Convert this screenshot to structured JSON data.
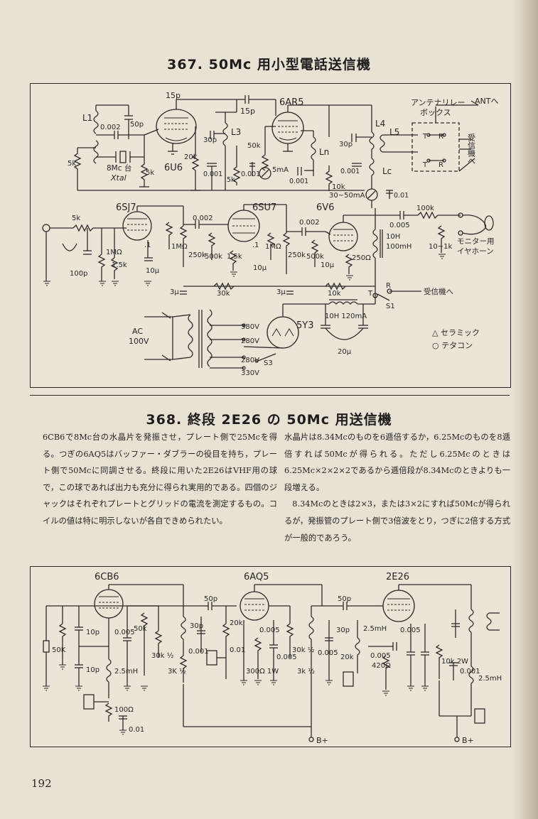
{
  "section1": {
    "title": "367. 50Mc 用小型電話送信機",
    "labels": {
      "tube_6U6": "6U6",
      "tube_6AR5": "6AR5",
      "tube_6SJ7": "6SJ7",
      "tube_6SU7": "6SU7",
      "tube_6V6": "6V6",
      "tube_5Y3": "5Y3",
      "L1": "L1",
      "L3": "L3",
      "L4": "L4",
      "L5": "L5",
      "Ln": "Ln",
      "Lc": "Lc",
      "c15p_a": "15p",
      "c15p_b": "15p",
      "c50p": "50p",
      "c0002": "0.002",
      "r5k_a": "5k",
      "r5k_b": "5k",
      "xtal_1": "8Mc 台",
      "xtal_2": "Xtal",
      "c30p_a": "30p",
      "r20k": "20k",
      "c0001_a": "0.001",
      "r5k_c": "5k",
      "c0001_b": "0.001",
      "r50k": "50k",
      "meter_5mA": "5mA",
      "c0001_c": "0.001",
      "r10k_a": "10k",
      "meter_30_50mA": "30~50mA",
      "c001": "0.01",
      "c30p_b": "30p",
      "c0001_d": "0.001",
      "antenna_relay": "アンテナリレー",
      "antenna_box": "ボックス",
      "ant": "ANTへ",
      "relay_T1": "T",
      "relay_R1": "R",
      "relay_T2": "T",
      "relay_R2": "R",
      "to_receiver_1": "受信機へ",
      "r5k_in": "5k",
      "c100p": "100p",
      "r1Mohm": "1MΩ",
      "r1_5k": "1.5k",
      "c01_a": ".1",
      "c10u_a": "10μ",
      "c0002_b": "0.002",
      "r1Mohm_b": "1MΩ",
      "r250k_a": "250k",
      "r500k_a": "500k",
      "r1_5k_b": "1.5k",
      "c01_b": ".1",
      "c10u_b": "10μ",
      "r1Mohm_c": "1MΩ",
      "r250k_b": "250k",
      "c0002_c": "0.002",
      "r500k_b": "500k",
      "c10u_c": "10μ",
      "r250ohm": "250Ω",
      "choke_10H": "10H",
      "choke_100mH": "100mH",
      "c0005": "0.005",
      "r100k": "100k",
      "r10_1k": "10~1k",
      "monitor_1": "モニター用",
      "monitor_2": "イヤホーン",
      "c3u_a": "3μ",
      "r30k": "30k",
      "c3u_b": "3μ",
      "r10k_b": "10k",
      "switch_T": "T",
      "switch_R": "R",
      "switch_S1": "S1",
      "to_receiver_2": "受信機へ",
      "ac_1": "AC",
      "ac_2": "100V",
      "v380": "380V",
      "v280": "280V",
      "v280b": "280V",
      "v330": "330V",
      "s3": "S3",
      "choke_10H_120mA": "10H  120mA",
      "c20u": "20μ",
      "legend_ceramic": "△ セラミック",
      "legend_tetacon": "○ テタコン"
    }
  },
  "section2": {
    "title": "368. 終段 2E26 の 50Mc 用送信機",
    "left_paragraph": "6CB6で8Mc台の水晶片を発振させ，プレート側で25Mcを得る。つぎの6AQ5はバッファー・ダブラーの役目を持ち，プレート側で50Mcに同調させる。終段に用いた2E26はVHF用の球で，この球であれば出力も充分に得られ実用的である。四個のジャックはそれぞれプレートとグリッドの電流を測定するもの。コイルの値は特に明示しないが各自できめられたい。",
    "right_paragraph_1": "水晶片は8.34Mcのものを6逓倍するか，6.25Mcのものを8逓倍すれば50Mcが得られる。ただし6.25Mcのときは6.25Mc×2×2×2であるから逓倍段が8.34Mcのときよりも一段増える。",
    "right_paragraph_2": "8.34Mcのときは2×3，または3×2にすれば50Mcが得られるが，発振管のプレート側で3倍波をとり，つぎに2倍する方式が一般的であろう。",
    "labels": {
      "tube_6CB6": "6CB6",
      "tube_6AQ5": "6AQ5",
      "tube_2E26": "2E26",
      "r50k_a": "50K",
      "c10p_a": "10p",
      "c10p_b": "10p",
      "c0005_a": "0.005",
      "r50k_b": "50k",
      "r30k_half": "30k ½",
      "coil_2_5mH_a": "2.5mH",
      "r100ohm": "100Ω",
      "c001_a": "0.01",
      "c50p_a": "50p",
      "c30p_a": "30p",
      "c0001_a": "0.001",
      "r3k_half_a": "3K ½",
      "r20k_a": "20k",
      "c0005_b": "0.005",
      "c001_b": "0.01",
      "r300ohm_1W": "300Ω 1W",
      "c0005_c": "0.005",
      "r30k_half_b": "30k ½",
      "c0005_d": "0.005",
      "r3k_half_b": "3k ½",
      "c50p_b": "50p",
      "c30p_b": "30p",
      "coil_2_5mH_b": "2.5mH",
      "r20k_b": "20k",
      "c0005_e": "0.005",
      "r420ohm": "420Ω",
      "c0005_f": "0.005",
      "r10k_2W": "10k 2W",
      "c0001_b": "0.001",
      "coil_2_5mH_c": "2.5mH",
      "bplus_1": "B+",
      "bplus_2": "B+"
    }
  },
  "page_number": "192"
}
